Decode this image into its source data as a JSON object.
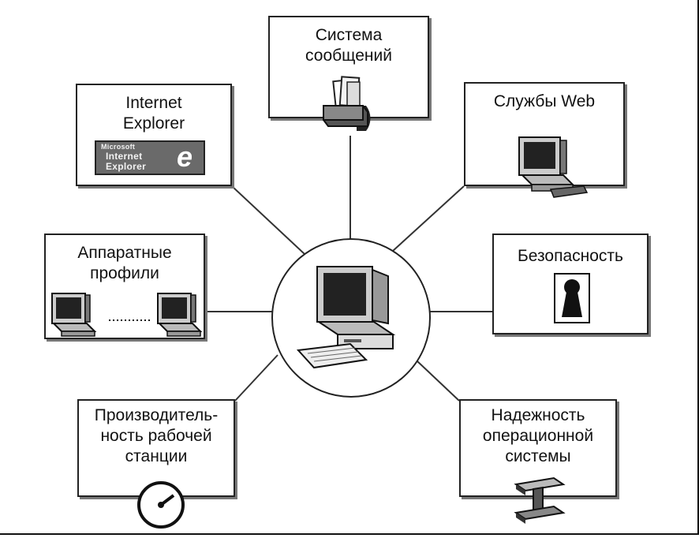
{
  "nodes": {
    "messaging": {
      "label": "Система\nсообщений",
      "icon": "mailbox-icon"
    },
    "internet_explorer": {
      "label": "Internet\nExplorer",
      "icon": "internet-explorer-logo",
      "logo_text": {
        "line1": "Microsoft",
        "line2": "Internet",
        "line3": "Explorer",
        "mark": "e"
      }
    },
    "web_services": {
      "label": "Службы Web",
      "icon": "computer-icon"
    },
    "hardware_profiles": {
      "label": "Аппаратные\nпрофили",
      "icon": "two-computers-icon"
    },
    "security": {
      "label": "Безопасность",
      "icon": "keyhole-icon"
    },
    "performance": {
      "label": "Производитель-\nность рабочей\nстанции",
      "icon": "gauge-icon"
    },
    "reliability": {
      "label": "Надежность\nоперационной\nсистемы",
      "icon": "steel-beam-icon"
    }
  },
  "center": {
    "icon": "workstation-computer-icon"
  }
}
